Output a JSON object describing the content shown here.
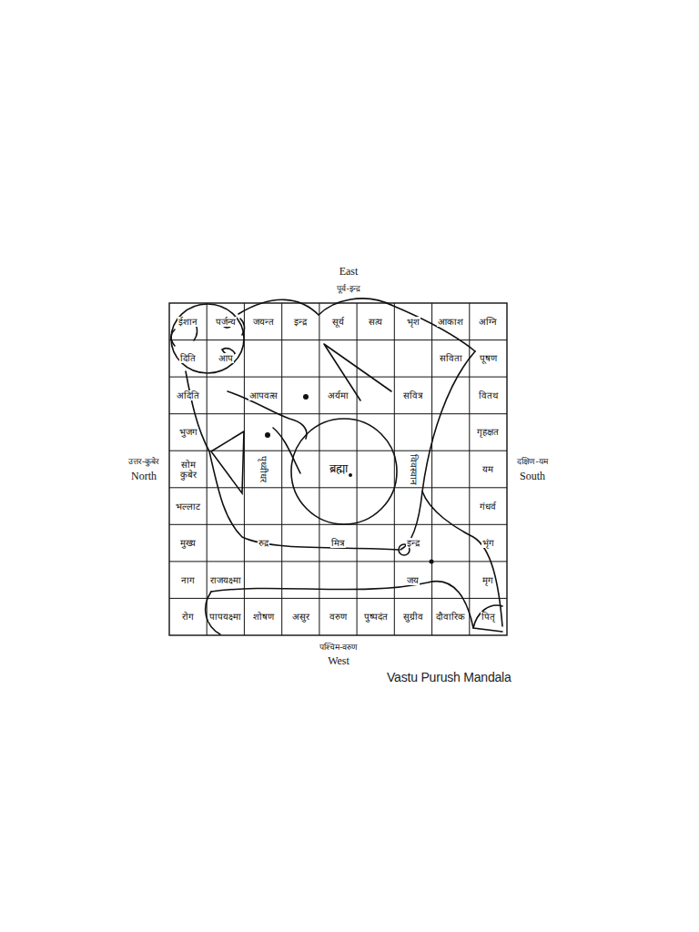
{
  "diagram": {
    "caption": "Vastu Purush Mandala",
    "labels": [
      "East",
      "पूर्व-इन्द्र",
      "ईशान",
      "पर्जन्य",
      "जयन्त",
      "इन्द्र",
      "सूर्य",
      "सत्य",
      "भृश",
      "आकाश",
      "अग्नि",
      "दिति",
      "आप",
      "सविता",
      "पूषण",
      "अदिति",
      "आपवत्स",
      "अर्यमा",
      "सवित्र",
      "वितथ",
      "भुजग",
      "पृथ्वीधर",
      "ब्रह्मा",
      "विवस्वान",
      "गृहक्षत",
      "उत्तर-कुबेर",
      "North",
      "सोम कुबेर",
      "यम",
      "दक्षिण-यम",
      "South",
      "भल्लाट",
      "गंधर्व",
      "मुख्य",
      "रुद्र",
      "मित्र",
      "इन्द्र",
      "भृंग",
      "नाग",
      "राजयक्ष्मा",
      "जय",
      "मृग",
      "रोग",
      "पापयक्ष्मा",
      "शोषण",
      "असुर",
      "वरुण",
      "पुष्पदंत",
      "सुग्रीव",
      "दौवारिक",
      "पितृ",
      "पश्चिम-वरुण",
      "West"
    ]
  }
}
